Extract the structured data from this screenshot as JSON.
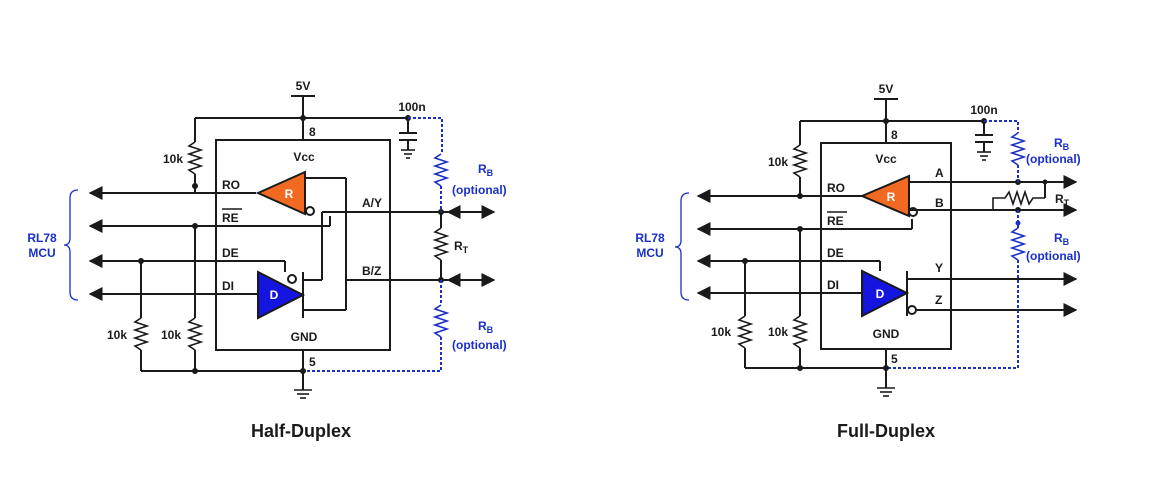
{
  "colors": {
    "annotation_blue": "#1a2fc8",
    "receiver_orange": "#f26a21",
    "driver_blue": "#1515e0",
    "wire": "#1a1a1a"
  },
  "mcu": {
    "line1": "RL78",
    "line2": "MCU"
  },
  "half_duplex": {
    "title": "Half-Duplex",
    "supply": "5V",
    "cap": "100n",
    "vcc": "Vcc",
    "gnd": "GND",
    "pin_vcc": "8",
    "pin_gnd": "5",
    "res_top": "10k",
    "res_bottom_left": "10k",
    "res_bottom_right": "10k",
    "pins": {
      "ro": "RO",
      "re": "RE",
      "de": "DE",
      "di": "DI"
    },
    "bus_a": "A/Y",
    "bus_b": "B/Z",
    "receiver": "R",
    "driver": "D",
    "rb_top": {
      "name": "R",
      "sub": "B",
      "note": "(optional)"
    },
    "rb_bottom": {
      "name": "R",
      "sub": "B",
      "note": "(optional)"
    },
    "rt": {
      "name": "R",
      "sub": "T"
    }
  },
  "full_duplex": {
    "title": "Full-Duplex",
    "supply": "5V",
    "cap": "100n",
    "vcc": "Vcc",
    "gnd": "GND",
    "pin_vcc": "8",
    "pin_gnd": "5",
    "res_top": "10k",
    "res_bottom_left": "10k",
    "res_bottom_right": "10k",
    "pins": {
      "ro": "RO",
      "re": "RE",
      "de": "DE",
      "di": "DI",
      "a": "A",
      "b": "B",
      "y": "Y",
      "z": "Z"
    },
    "receiver": "R",
    "driver": "D",
    "rb_top": {
      "name": "R",
      "sub": "B",
      "note": "(optional)"
    },
    "rb_bottom": {
      "name": "R",
      "sub": "B",
      "note": "(optional)"
    },
    "rt": {
      "name": "R",
      "sub": "T"
    }
  }
}
